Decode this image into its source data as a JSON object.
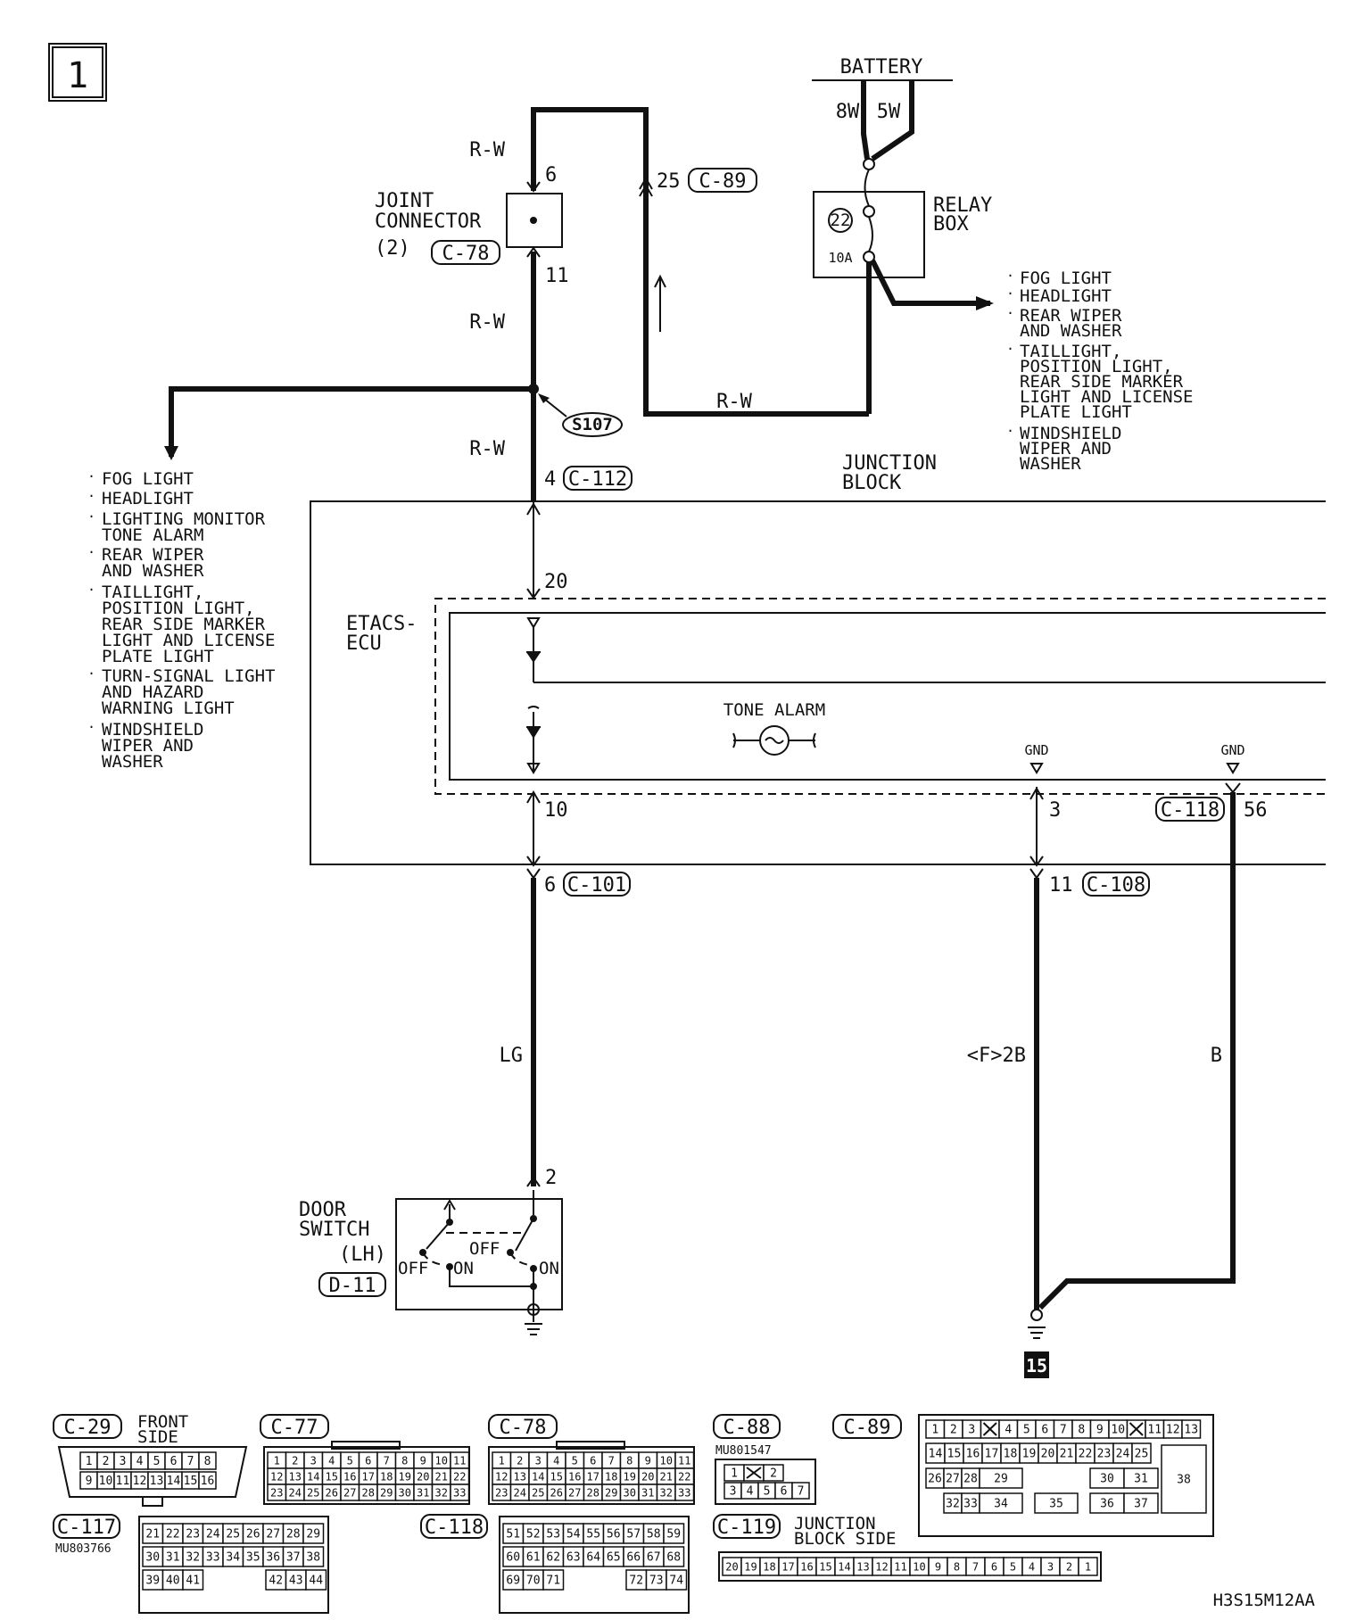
{
  "page_number": "1",
  "battery": {
    "label": "BATTERY",
    "wire_8w": "8W",
    "wire_5w": "5W"
  },
  "relay_box": {
    "label_1": "RELAY",
    "label_2": "BOX",
    "fuse_no": "22",
    "fuse_amp": "10A"
  },
  "relay_feeds": [
    "FOG LIGHT",
    "HEADLIGHT",
    "REAR WIPER",
    "AND WASHER",
    "TAILLIGHT,",
    "POSITION LIGHT,",
    "REAR SIDE MARKER",
    "LIGHT AND LICENSE",
    "PLATE LIGHT",
    "WINDSHIELD",
    "WIPER AND",
    "WASHER"
  ],
  "joint_connector": {
    "line1": "JOINT",
    "line2": "CONNECTOR",
    "line3": "(2)",
    "conn": "C-78",
    "pin_in": "6",
    "pin_out": "11"
  },
  "wires": {
    "rw": "R-W",
    "lg": "LG",
    "f2b": "<F>2B",
    "b": "B"
  },
  "c89": {
    "pin": "25",
    "conn": "C-89"
  },
  "splice": "S107",
  "left_feeds": [
    "FOG LIGHT",
    "HEADLIGHT",
    "LIGHTING MONITOR",
    "TONE ALARM",
    "REAR WIPER",
    "AND WASHER",
    "TAILLIGHT,",
    "POSITION LIGHT,",
    "REAR SIDE MARKER",
    "LIGHT AND LICENSE",
    "PLATE LIGHT",
    "TURN-SIGNAL LIGHT",
    "AND HAZARD",
    "WARNING LIGHT",
    "WINDSHIELD",
    "WIPER AND",
    "WASHER"
  ],
  "junction_block": {
    "line1": "JUNCTION",
    "line2": "BLOCK",
    "c112_pin": "4",
    "c112": "C-112"
  },
  "etacs": {
    "line1": "ETACS-",
    "line2": "ECU",
    "pin20": "20",
    "pin10": "10",
    "pin3": "3",
    "pin56": "56",
    "c118": "C-118",
    "tone_alarm": "TONE ALARM",
    "gnd": "GND"
  },
  "c101": {
    "pin": "6",
    "conn": "C-101"
  },
  "c108": {
    "pin": "11",
    "conn": "C-108"
  },
  "door_switch": {
    "line1": "DOOR",
    "line2": "SWITCH",
    "line3": "(LH)",
    "conn": "D-11",
    "pin": "2",
    "off": "OFF",
    "on": "ON"
  },
  "ground_point": "15",
  "connectors": {
    "c29": {
      "name": "C-29",
      "note1": "FRONT",
      "note2": "SIDE",
      "row1": [
        "1",
        "2",
        "3",
        "4",
        "5",
        "6",
        "7",
        "8"
      ],
      "row2": [
        "9",
        "10",
        "11",
        "12",
        "13",
        "14",
        "15",
        "16"
      ]
    },
    "c77": {
      "name": "C-77"
    },
    "c78": {
      "name": "C-78"
    },
    "grid33": {
      "row1": [
        "1",
        "2",
        "3",
        "4",
        "5",
        "6",
        "7",
        "8",
        "9",
        "10",
        "11"
      ],
      "row2": [
        "12",
        "13",
        "14",
        "15",
        "16",
        "17",
        "18",
        "19",
        "20",
        "21",
        "22"
      ],
      "row3": [
        "23",
        "24",
        "25",
        "26",
        "27",
        "28",
        "29",
        "30",
        "31",
        "32",
        "33"
      ]
    },
    "c88": {
      "name": "C-88",
      "part": "MU801547",
      "row1": [
        "1",
        "",
        "2"
      ],
      "row2": [
        "3",
        "4",
        "5",
        "6",
        "7"
      ]
    },
    "c89": {
      "name": "C-89",
      "row1": [
        "1",
        "2",
        "3",
        "",
        "4",
        "5",
        "6",
        "7",
        "8",
        "9",
        "10",
        "",
        "11",
        "12",
        "13"
      ],
      "row2": [
        "14",
        "15",
        "16",
        "17",
        "18",
        "19",
        "20",
        "21",
        "22",
        "23",
        "24",
        "25"
      ],
      "row3": [
        "26",
        "27",
        "28",
        "29",
        "30",
        "31"
      ],
      "row4": [
        "32",
        "33",
        "34",
        "35",
        "36",
        "37"
      ],
      "big": "38"
    },
    "c117": {
      "name": "C-117",
      "part": "MU803766",
      "row1": [
        "21",
        "22",
        "23",
        "24",
        "25",
        "26",
        "27",
        "28",
        "29"
      ],
      "row2": [
        "30",
        "31",
        "32",
        "33",
        "34",
        "35",
        "36",
        "37",
        "38"
      ],
      "row3": [
        "39",
        "40",
        "41",
        "42",
        "43",
        "44"
      ]
    },
    "c118": {
      "name": "C-118",
      "row1": [
        "51",
        "52",
        "53",
        "54",
        "55",
        "56",
        "57",
        "58",
        "59"
      ],
      "row2": [
        "60",
        "61",
        "62",
        "63",
        "64",
        "65",
        "66",
        "67",
        "68"
      ],
      "row3": [
        "69",
        "70",
        "71",
        "72",
        "73",
        "74"
      ]
    },
    "c119": {
      "name": "C-119",
      "note1": "JUNCTION",
      "note2": "BLOCK SIDE",
      "pins": [
        "20",
        "19",
        "18",
        "17",
        "16",
        "15",
        "14",
        "13",
        "12",
        "11",
        "10",
        "9",
        "8",
        "7",
        "6",
        "5",
        "4",
        "3",
        "2",
        "1"
      ]
    }
  },
  "doc_code": "H3S15M12AA"
}
